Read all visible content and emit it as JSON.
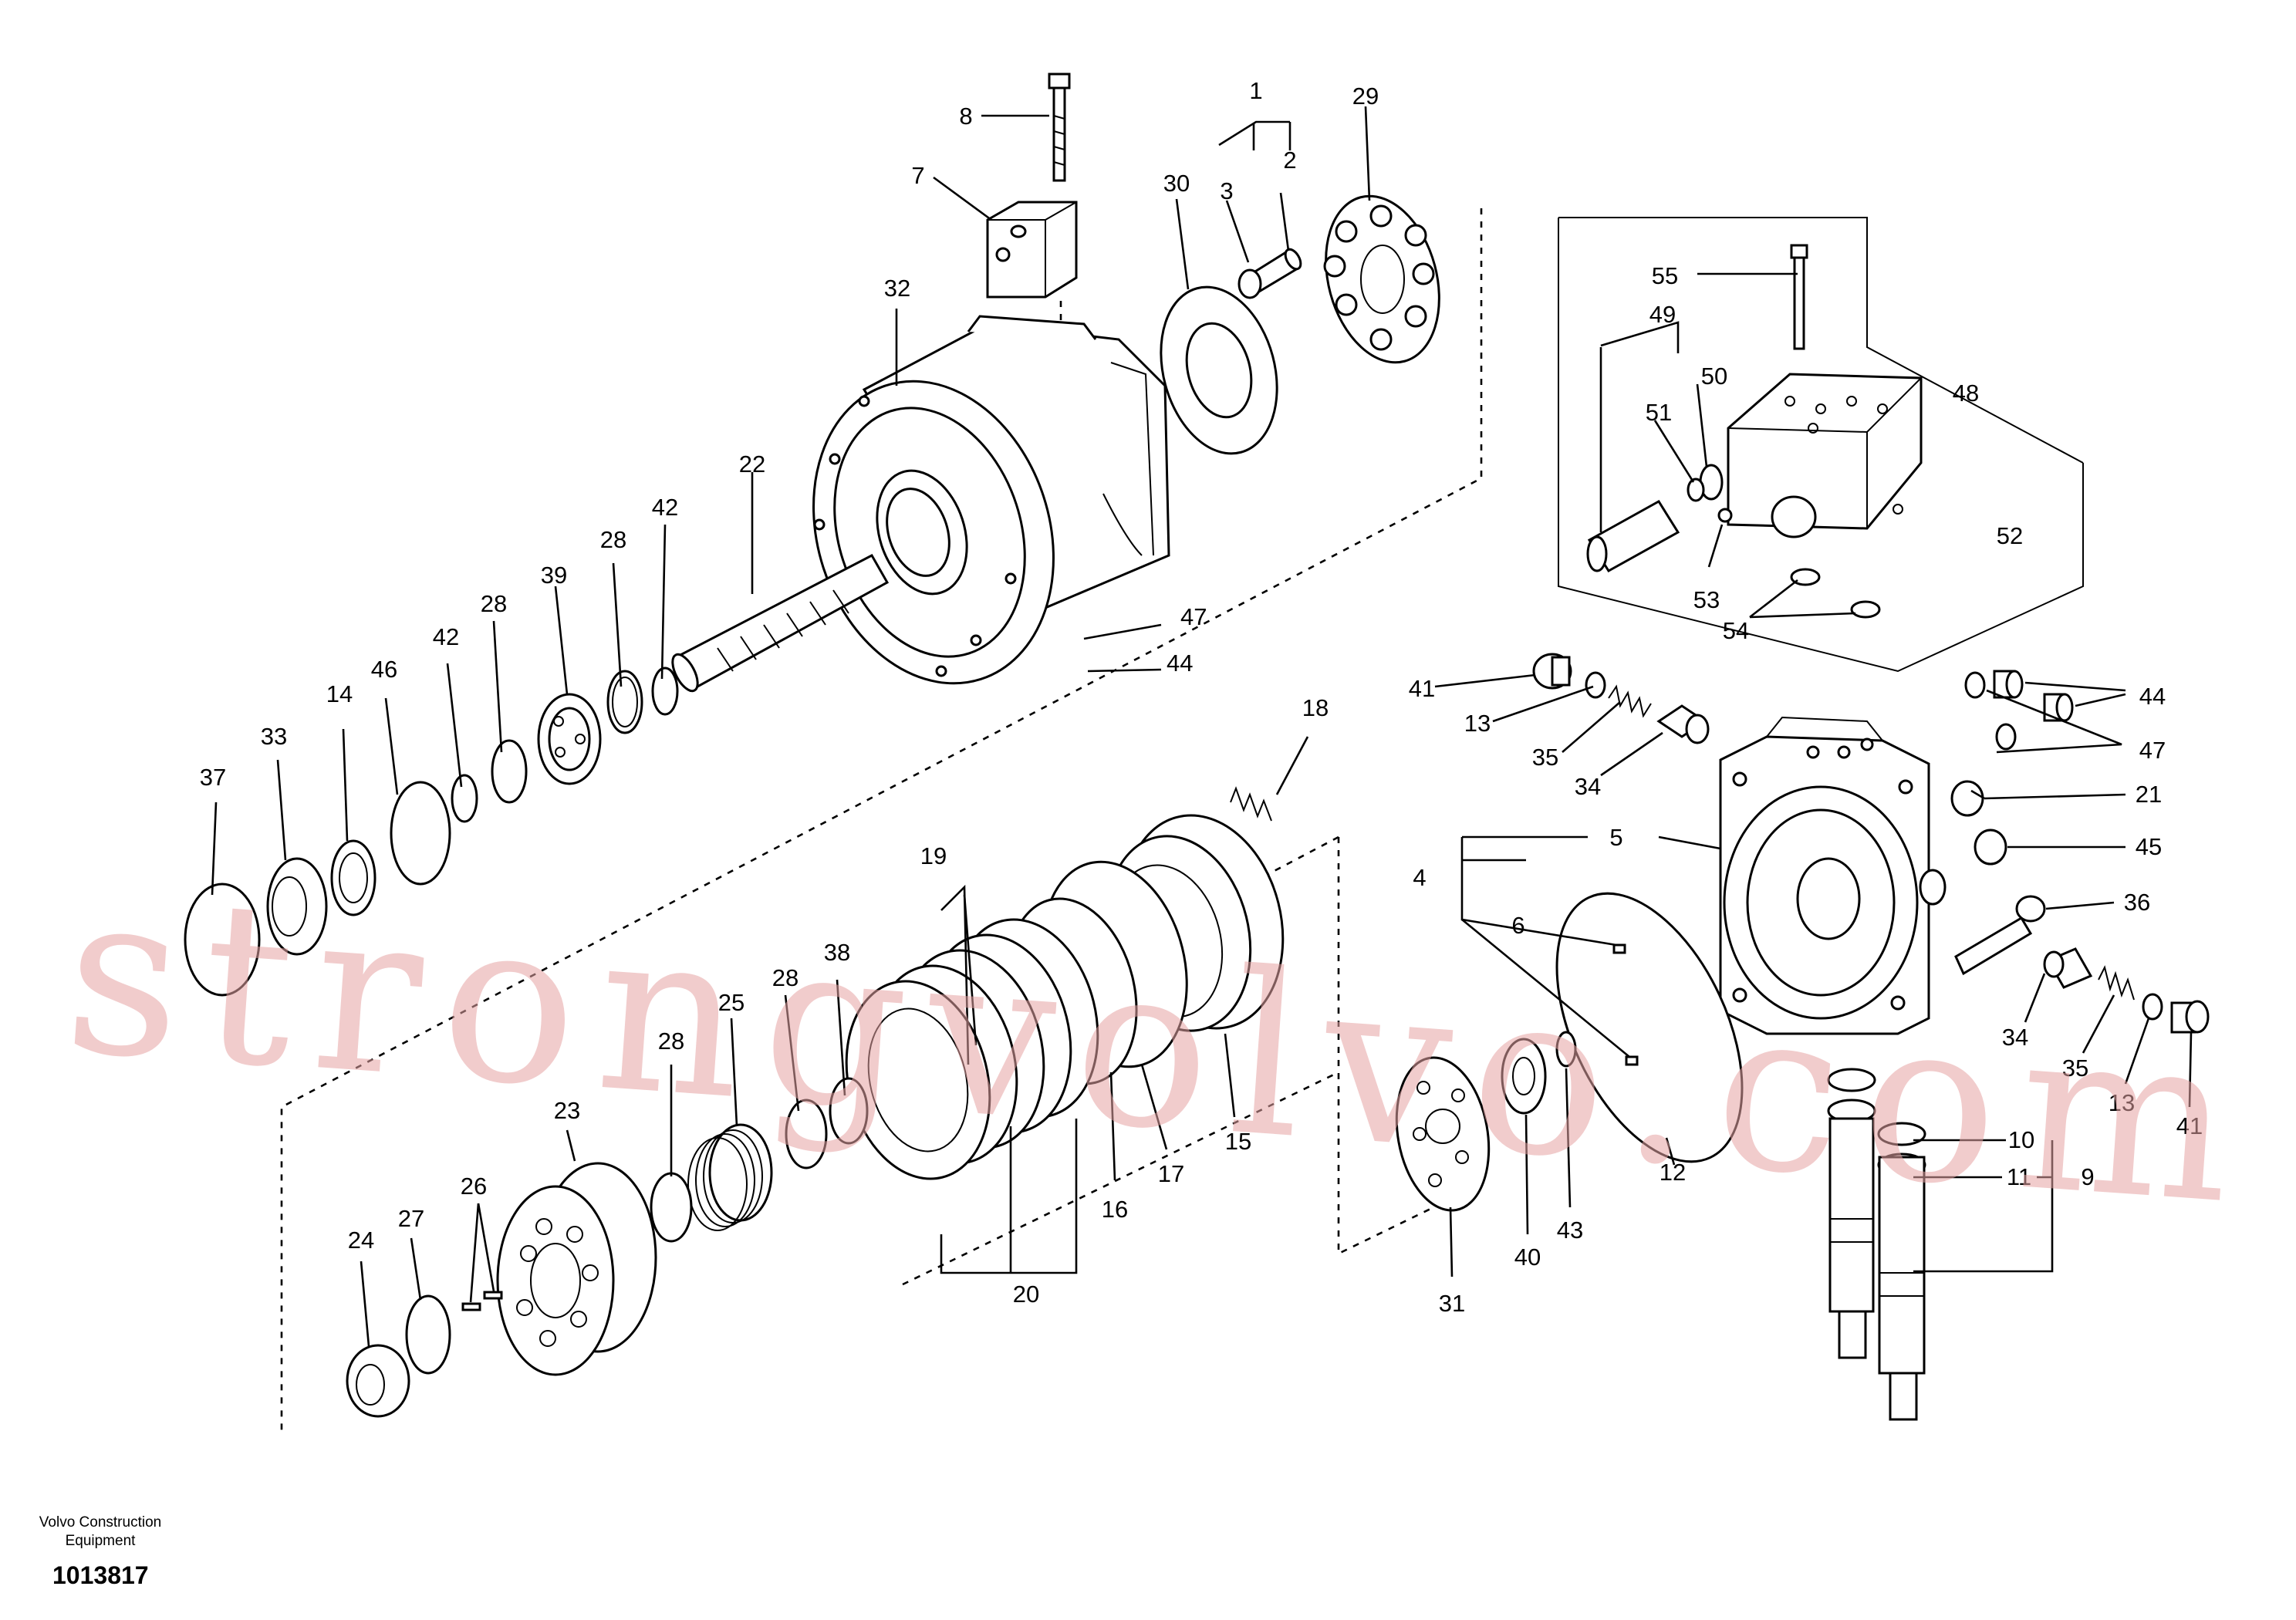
{
  "diagram": {
    "callouts": [
      "1",
      "2",
      "3",
      "4",
      "5",
      "6",
      "7",
      "8",
      "9",
      "10",
      "11",
      "12",
      "13",
      "13",
      "14",
      "15",
      "16",
      "17",
      "18",
      "19",
      "20",
      "21",
      "22",
      "23",
      "24",
      "25",
      "26",
      "27",
      "28",
      "28",
      "28",
      "28",
      "29",
      "30",
      "31",
      "32",
      "33",
      "34",
      "34",
      "35",
      "35",
      "36",
      "37",
      "38",
      "39",
      "40",
      "41",
      "41",
      "42",
      "42",
      "43",
      "44",
      "44",
      "45",
      "46",
      "47",
      "47",
      "48",
      "49",
      "50",
      "51",
      "52",
      "53",
      "54",
      "55"
    ],
    "watermark": "strongvolvo.com",
    "manufacturer": "Volvo Construction Equipment",
    "manufacturer_line1": "Volvo Construction",
    "manufacturer_line2": "Equipment",
    "reference_number": "1013817"
  }
}
